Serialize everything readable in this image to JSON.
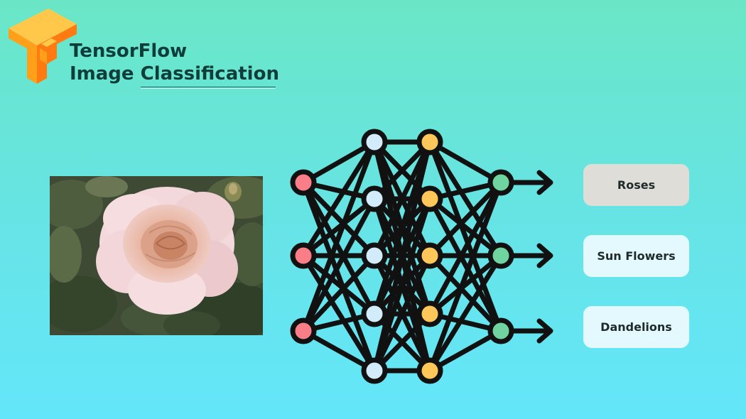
{
  "logo": {
    "icon": "tensorflow-logo-icon",
    "colors": {
      "light": "#ffc84a",
      "mid": "#ff9f1a",
      "dark": "#ff7a10"
    }
  },
  "title": {
    "line1": "TensorFlow",
    "line2": "Image Classification"
  },
  "input_image": {
    "subject": "rose-photo"
  },
  "network": {
    "node_colors": {
      "input": "#f97e87",
      "hidden1": "#d3ecfb",
      "hidden2": "#fdc75a",
      "output": "#6fd49f",
      "stroke": "#111111"
    },
    "layer_sizes": [
      3,
      5,
      5,
      3
    ]
  },
  "classes": [
    {
      "label": "Roses",
      "selected": true,
      "bg": "#deddd8"
    },
    {
      "label": "Sun Flowers",
      "selected": false,
      "bg": "#e4f9fd"
    },
    {
      "label": "Dandelions",
      "selected": false,
      "bg": "#e4f9fd"
    }
  ]
}
